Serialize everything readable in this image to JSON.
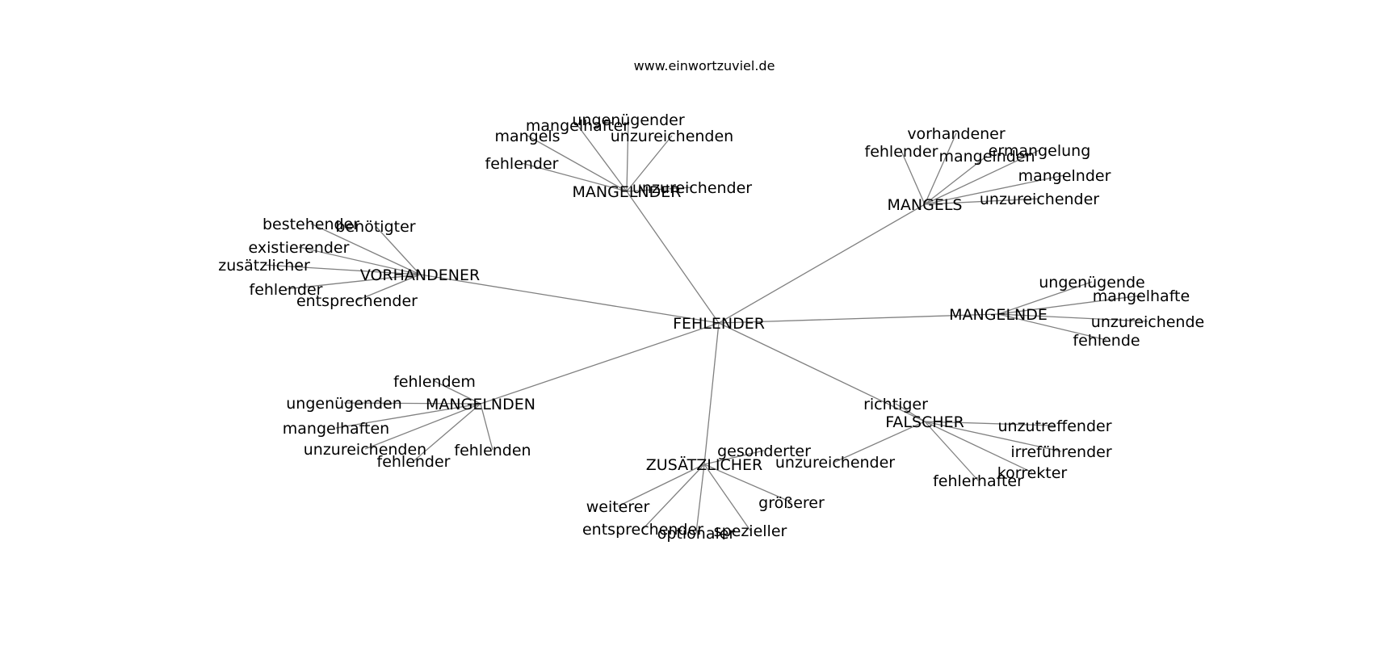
{
  "header": {
    "title": "www.einwortzuviel.de"
  },
  "graph": {
    "center": "FEHLENDER",
    "clusters": [
      {
        "hub": "MANGELNDER",
        "leaves": [
          "mangelhafter",
          "ungenügender",
          "unzureichenden",
          "mangels",
          "fehlender",
          "unzureichender"
        ]
      },
      {
        "hub": "MANGELS",
        "leaves": [
          "vorhandener",
          "fehlender",
          "mangelnden",
          "ermangelung",
          "mangelnder",
          "unzureichender"
        ]
      },
      {
        "hub": "VORHANDENER",
        "leaves": [
          "bestehender",
          "benötigter",
          "existierender",
          "zusätzlicher",
          "fehlender",
          "entsprechender"
        ]
      },
      {
        "hub": "MANGELNDE",
        "leaves": [
          "ungenügende",
          "mangelhafte",
          "unzureichende",
          "fehlende"
        ]
      },
      {
        "hub": "MANGELNDEN",
        "leaves": [
          "fehlendem",
          "ungenügenden",
          "mangelhaften",
          "unzureichenden",
          "fehlender",
          "fehlenden"
        ]
      },
      {
        "hub": "FALSCHER",
        "leaves": [
          "richtiger",
          "unzutreffender",
          "irreführender",
          "unzureichender",
          "korrekter",
          "fehlerhafter"
        ]
      },
      {
        "hub": "ZUSÄTZLICHER",
        "leaves": [
          "gesonderter",
          "weiterer",
          "größerer",
          "entsprechender",
          "optionaler",
          "spezieller"
        ]
      }
    ]
  }
}
